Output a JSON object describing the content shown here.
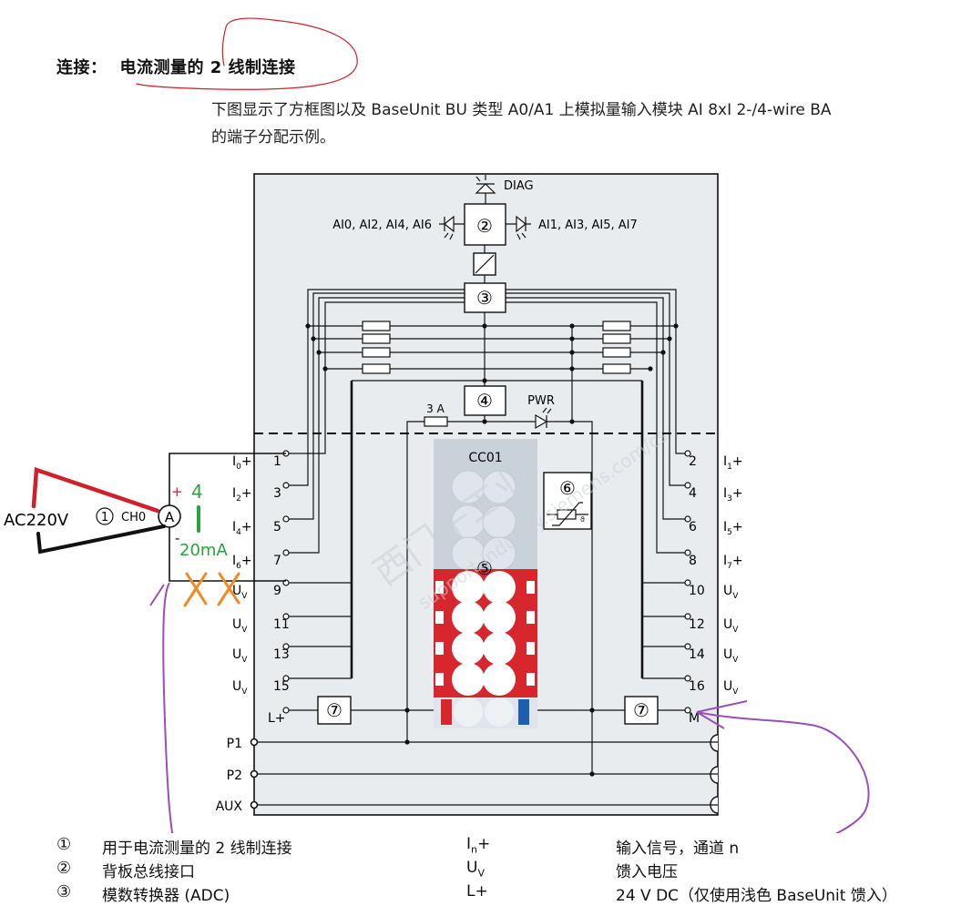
{
  "heading": {
    "prefix": "连接：",
    "title": "电流测量的 2 线制连接"
  },
  "intro": {
    "line1": "下图显示了方框图以及 BaseUnit BU 类型 A0/A1 上模拟量输入模块 AI 8xI 2-/4-wire BA",
    "line2": "的端子分配示例。"
  },
  "diagram": {
    "diag": "DIAG",
    "ai_left": "AI0, AI2, AI4, AI6",
    "ai_right": "AI1, AI3, AI5, AI7",
    "callouts": [
      "①",
      "②",
      "③",
      "④",
      "⑤",
      "⑥",
      "⑦"
    ],
    "fuse": "3 A",
    "pwr": "PWR",
    "cc": "CC01",
    "left_terminals": [
      {
        "num": "1",
        "label": "I",
        "sub": "0",
        "suf": "+"
      },
      {
        "num": "3",
        "label": "I",
        "sub": "2",
        "suf": "+"
      },
      {
        "num": "5",
        "label": "I",
        "sub": "4",
        "suf": "+"
      },
      {
        "num": "7",
        "label": "I",
        "sub": "6",
        "suf": "+"
      },
      {
        "num": "9",
        "label": "U",
        "sub": "V",
        "suf": ""
      },
      {
        "num": "11",
        "label": "U",
        "sub": "V",
        "suf": ""
      },
      {
        "num": "13",
        "label": "U",
        "sub": "V",
        "suf": ""
      },
      {
        "num": "15",
        "label": "U",
        "sub": "V",
        "suf": ""
      }
    ],
    "right_terminals": [
      {
        "num": "2",
        "label": "I",
        "sub": "1",
        "suf": "+"
      },
      {
        "num": "4",
        "label": "I",
        "sub": "3",
        "suf": "+"
      },
      {
        "num": "6",
        "label": "I",
        "sub": "5",
        "suf": "+"
      },
      {
        "num": "8",
        "label": "I",
        "sub": "7",
        "suf": "+"
      },
      {
        "num": "10",
        "label": "U",
        "sub": "V",
        "suf": ""
      },
      {
        "num": "12",
        "label": "U",
        "sub": "V",
        "suf": ""
      },
      {
        "num": "14",
        "label": "U",
        "sub": "V",
        "suf": ""
      },
      {
        "num": "16",
        "label": "U",
        "sub": "V",
        "suf": ""
      }
    ],
    "l_plus": "L+",
    "m": "M",
    "p1": "P1",
    "p2": "P2",
    "aux": "AUX",
    "ch0": "CH0",
    "ammeter": "A",
    "plus": "+",
    "minus": "-",
    "ac220": "AC220V",
    "v4": "4",
    "v20": "20mA",
    "watermark1": "西门子工业",
    "watermark2": "support.industry.siemens.com/cs"
  },
  "legend": [
    {
      "num": "①",
      "text": "用于电流测量的 2 线制连接",
      "sym": "I",
      "sym_sub": "n",
      "sym_suf": "+",
      "desc": "输入信号，通道 n"
    },
    {
      "num": "②",
      "text": "背板总线接口",
      "sym": "U",
      "sym_sub": "V",
      "sym_suf": "",
      "desc": "馈入电压"
    },
    {
      "num": "③",
      "text": "模数转换器 (ADC)",
      "sym": "L+",
      "sym_sub": "",
      "sym_suf": "",
      "desc": "24 V DC（仅使用浅色 BaseUnit 馈入）"
    }
  ],
  "colors": {
    "panel": "#e8ecef",
    "red_block": "#d7262e",
    "blue_block": "#1d5fb0",
    "annot_red": "#d0202a",
    "annot_green": "#2aa33a",
    "annot_orange": "#f08a24",
    "annot_purple": "#9a4fb8"
  }
}
